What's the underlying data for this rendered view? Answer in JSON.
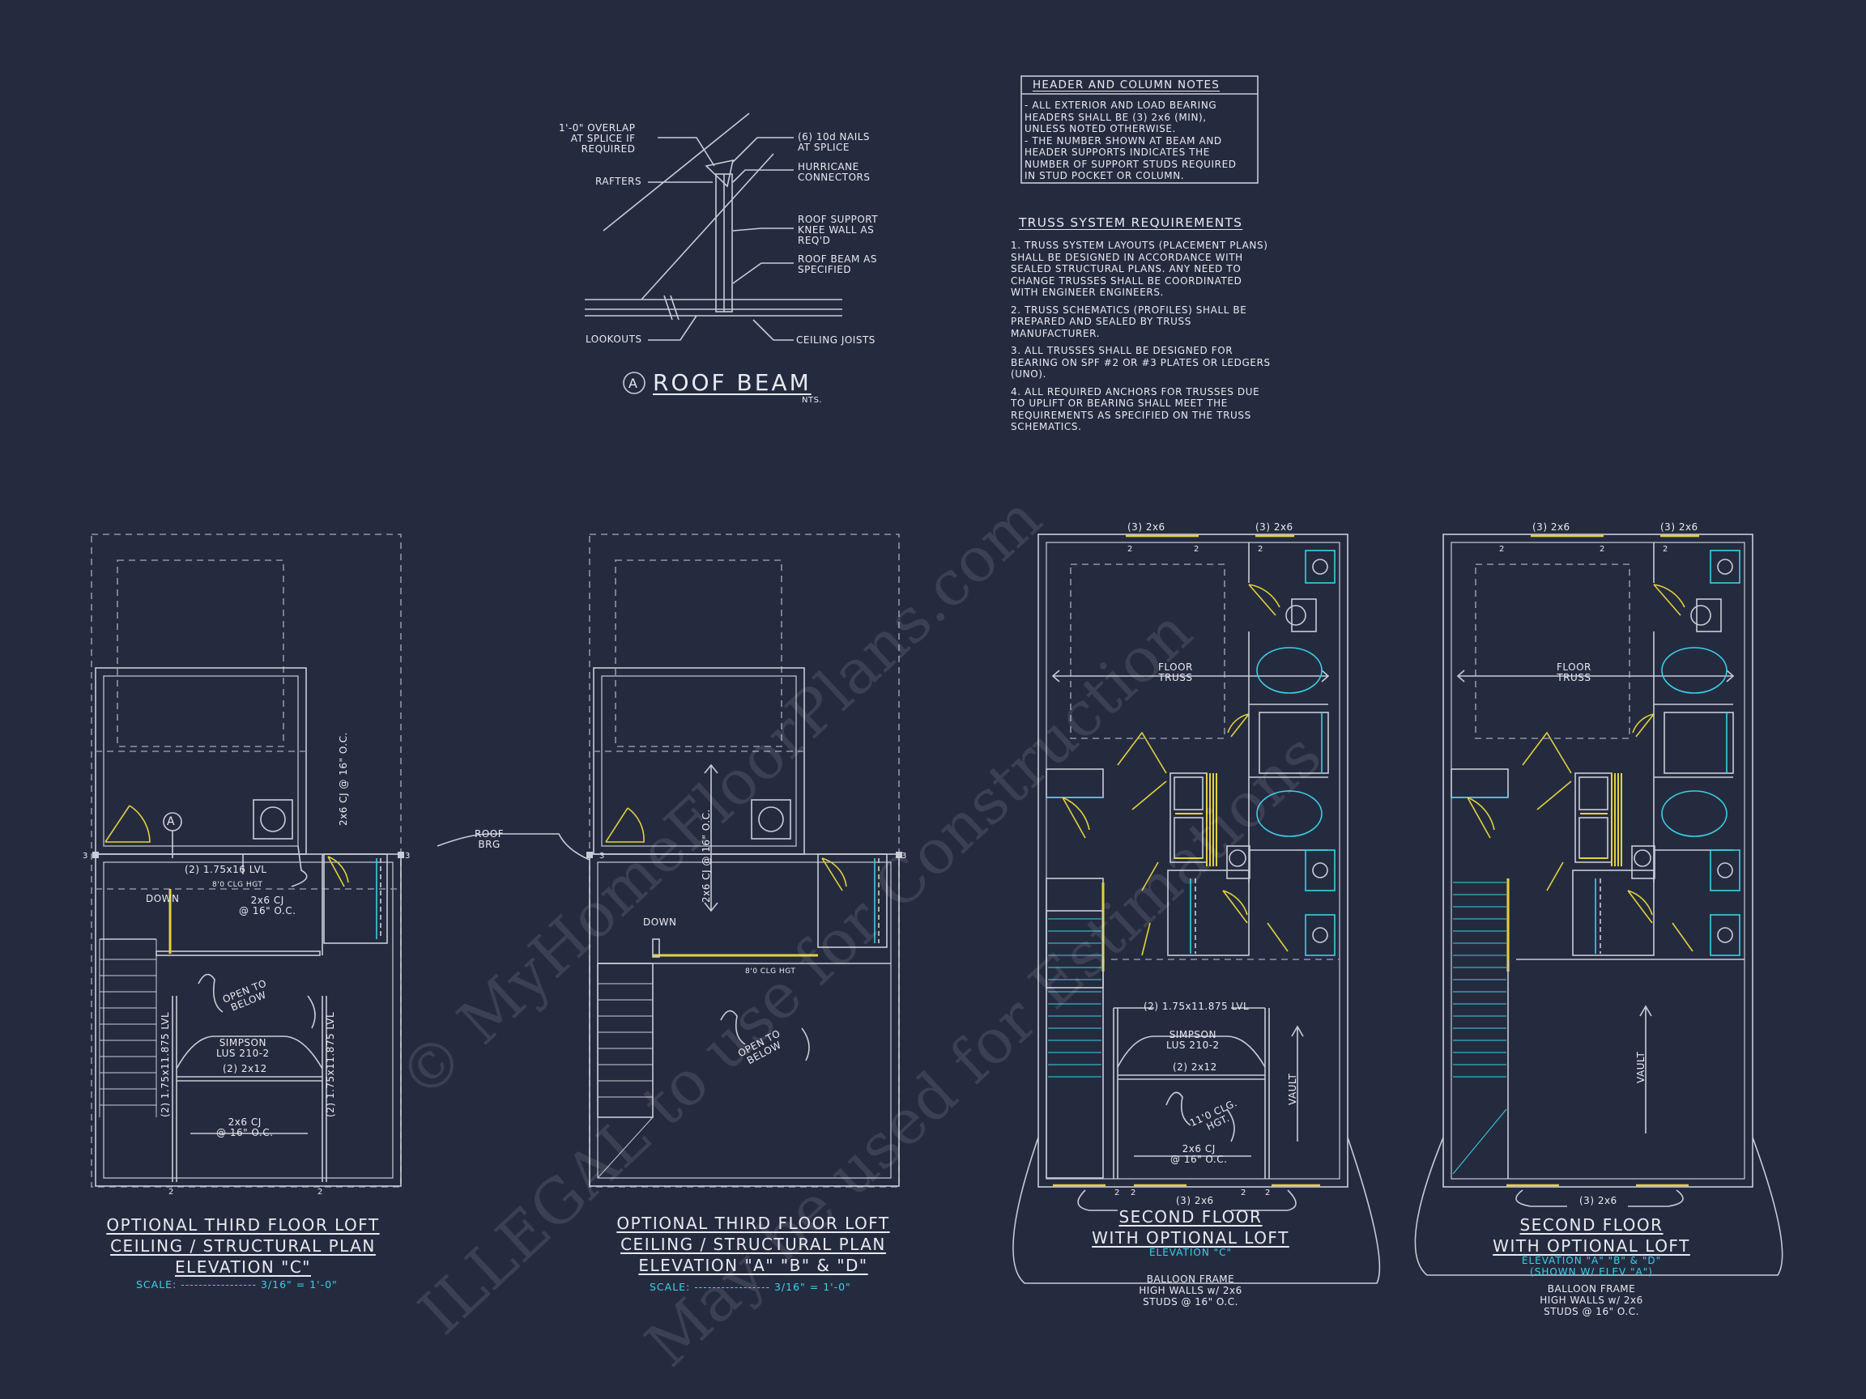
{
  "header_notes": {
    "title": "HEADER AND COLUMN NOTES",
    "lines": [
      "- ALL EXTERIOR AND LOAD BEARING",
      "HEADERS SHALL BE (3) 2x6 (MIN),",
      "UNLESS NOTED OTHERWISE.",
      "- THE NUMBER SHOWN AT BEAM AND",
      "HEADER SUPPORTS INDICATES THE",
      "NUMBER OF SUPPORT STUDS REQUIRED",
      "IN STUD POCKET OR COLUMN."
    ]
  },
  "truss_requirements": {
    "title": "TRUSS SYSTEM REQUIREMENTS",
    "items": [
      [
        "1. TRUSS SYSTEM LAYOUTS (PLACEMENT PLANS)",
        "SHALL BE DESIGNED IN ACCORDANCE WITH",
        "SEALED STRUCTURAL PLANS. ANY NEED TO",
        "CHANGE TRUSSES SHALL BE COORDINATED",
        "WITH ENGINEER ENGINEERS."
      ],
      [
        "2. TRUSS SCHEMATICS (PROFILES) SHALL BE",
        "PREPARED AND SEALED BY TRUSS",
        "MANUFACTURER."
      ],
      [
        "3. ALL TRUSSES SHALL BE DESIGNED FOR",
        "BEARING ON SPF #2 OR #3 PLATES OR LEDGERS",
        "(UNO)."
      ],
      [
        "4. ALL REQUIRED ANCHORS FOR TRUSSES DUE",
        "TO UPLIFT OR BEARING SHALL MEET THE",
        "REQUIREMENTS AS SPECIFIED ON THE TRUSS",
        "SCHEMATICS."
      ]
    ]
  },
  "roof_beam_detail": {
    "marker": "A",
    "title": "ROOF BEAM",
    "scale": "NTS.",
    "labels": {
      "overlap": [
        "1'-0\" OVERLAP",
        "AT SPLICE IF",
        "REQUIRED"
      ],
      "nails": [
        "(6) 10d NAILS",
        "AT SPLICE"
      ],
      "rafters": "RAFTERS",
      "hurricane": [
        "HURRICANE",
        "CONNECTORS"
      ],
      "knee_wall": [
        "ROOF SUPPORT",
        "KNEE WALL AS",
        "REQ'D"
      ],
      "roof_beam": [
        "ROOF BEAM AS",
        "SPECIFIED"
      ],
      "lookouts": "LOOKOUTS",
      "ceiling_joists": "CEILING JOISTS"
    }
  },
  "plans": [
    {
      "id": "plan1",
      "title_lines": [
        "OPTIONAL THIRD FLOOR LOFT",
        "CEILING / STRUCTURAL PLAN",
        "ELEVATION \"C\""
      ],
      "scale_label": "SCALE:",
      "scale_dashes": "-----------------",
      "scale_value": "3/16\" = 1'-0\"",
      "labels": {
        "lvl": "(2) 1.75x16 LVL",
        "clg": "8'0 CLG HGT",
        "cj": [
          "2x6 CJ",
          "@ 16\" O.C."
        ],
        "cj_vert": "2x6 CJ @ 16\" O.C.",
        "down": "DOWN",
        "open": [
          "OPEN TO",
          "BELOW"
        ],
        "simpson": [
          "SIMPSON",
          "LUS 210-2"
        ],
        "x2x12": "(2) 2x12",
        "cj2": [
          "2x6 CJ",
          "@ 16\" O.C."
        ],
        "lvl_left": "(2) 1.75x11.875 LVL",
        "lvl_right": "(2) 1.75x11.875 LVL",
        "marker": "A",
        "num_left": "3",
        "num_right": "3",
        "num_b1": "2",
        "num_b2": "2"
      }
    },
    {
      "id": "plan2",
      "title_lines": [
        "OPTIONAL THIRD FLOOR LOFT",
        "CEILING / STRUCTURAL PLAN",
        "ELEVATION \"A\" \"B\" & \"D\""
      ],
      "scale_label": "SCALE:",
      "scale_dashes": "-----------------",
      "scale_value": "3/16\" = 1'-0\"",
      "labels": {
        "roof_brg": [
          "ROOF",
          "BRG"
        ],
        "cj_vert": "2x6 CJ @ 16\" O.C.",
        "down": "DOWN",
        "clg": "8'0 CLG HGT",
        "open": [
          "OPEN TO",
          "BELOW"
        ],
        "num_left": "3",
        "num_right": "3"
      }
    },
    {
      "id": "plan3",
      "title_lines": [
        "SECOND FLOOR",
        "WITH OPTIONAL LOFT"
      ],
      "elevation": "ELEVATION \"C\"",
      "balloon": [
        "BALLOON FRAME",
        "HIGH WALLS w/ 2x6",
        "STUDS @ 16\" O.C."
      ],
      "labels": {
        "top_left": "(3) 2x6",
        "top_right": "(3) 2x6",
        "floor_truss": [
          "FLOOR",
          "TRUSS"
        ],
        "lvl": "(2) 1.75x11.875 LVL",
        "simpson": [
          "SIMPSON",
          "LUS 210-2"
        ],
        "x2x12": "(2) 2x12",
        "clg": [
          "11'0 CLG.",
          "HGT."
        ],
        "cj": [
          "2x6 CJ",
          "@ 16\" O.C."
        ],
        "vault": "VAULT",
        "bottom": "(3) 2x6",
        "n1": "2",
        "n2": "2",
        "n3": "2",
        "n4": "2",
        "n5": "2",
        "n6": "2",
        "n7": "2"
      }
    },
    {
      "id": "plan4",
      "title_lines": [
        "SECOND FLOOR",
        "WITH OPTIONAL LOFT"
      ],
      "elevation_lines": [
        "ELEVATION \"A\" \"B\" & \"D\"",
        "(SHOWN W/ ELEV \"A\")"
      ],
      "balloon": [
        "BALLOON FRAME",
        "HIGH WALLS w/ 2x6",
        "STUDS @ 16\" O.C."
      ],
      "labels": {
        "top_left": "(3) 2x6",
        "top_right": "(3) 2x6",
        "floor_truss": [
          "FLOOR",
          "TRUSS"
        ],
        "vault": "VAULT",
        "bottom": "(3) 2x6",
        "n1": "2",
        "n2": "2",
        "n3": "2"
      }
    }
  ],
  "watermark": {
    "line1": "© MyHomeFloorPlans.com",
    "line2": "ILLEGAL to use for Construction",
    "line3": "May be used for Estimations"
  },
  "colors": {
    "background": "#252b3f",
    "line": "#c8ccd6",
    "dashed": "#8f95a5",
    "accent_yellow": "#e3d23a",
    "accent_cyan": "#3ad0e6"
  }
}
